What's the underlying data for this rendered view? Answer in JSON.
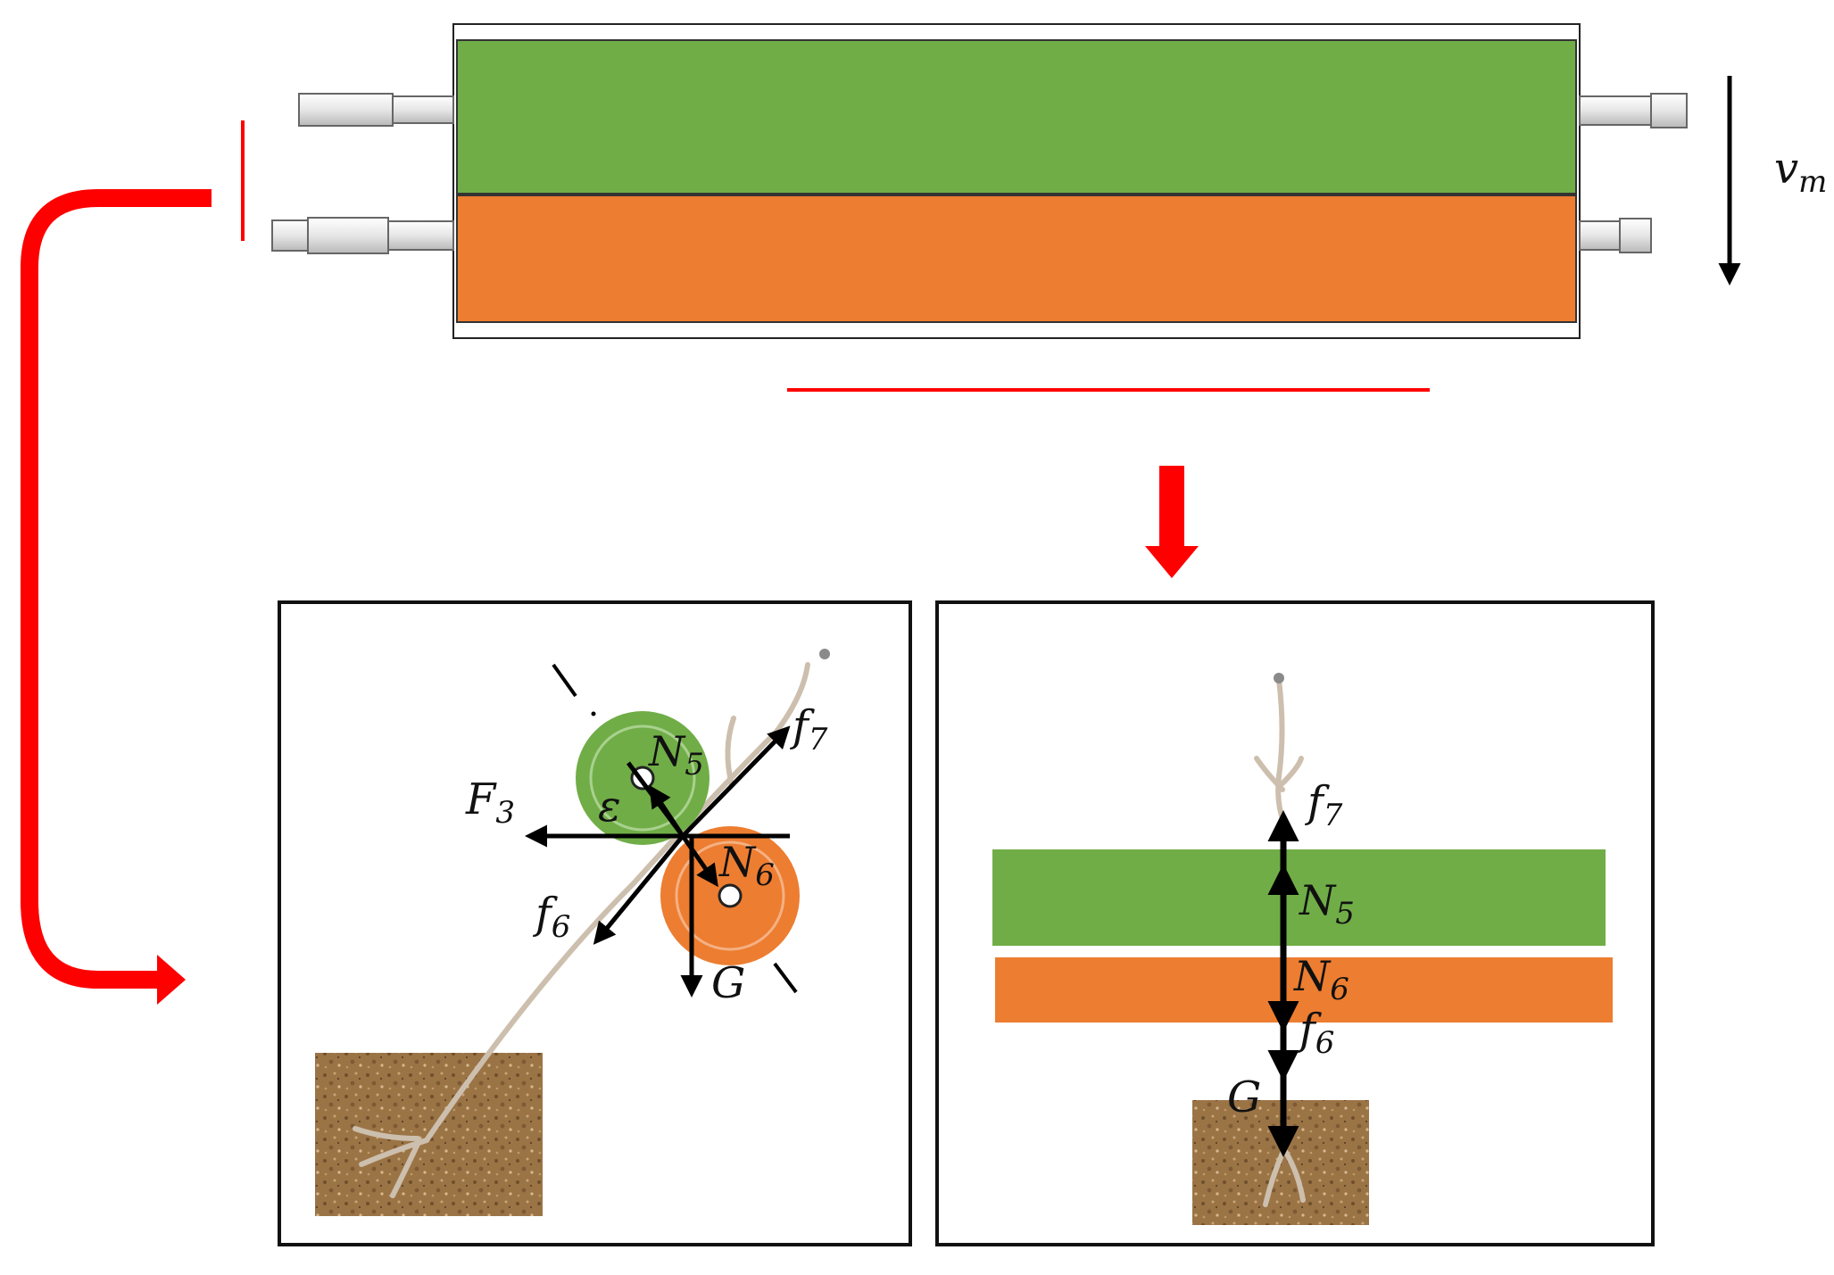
{
  "colors": {
    "upper_roller": "#70ad47",
    "lower_roller": "#ed7d31",
    "highlight": "#ff0000",
    "arrows": "#000000",
    "soil": "#9b7446",
    "stem": "#cdbfae"
  },
  "roller_assembly": {
    "velocity_label": {
      "main": "v",
      "sub": "m"
    }
  },
  "side_view": {
    "labels": {
      "N5": {
        "main": "N",
        "sub": "5"
      },
      "N6": {
        "main": "N",
        "sub": "6"
      },
      "f7": {
        "main": "f",
        "sub": "7"
      },
      "f6": {
        "main": "f",
        "sub": "6"
      },
      "F3": {
        "main": "F",
        "sub": "3"
      },
      "epsilon": "ε",
      "G": "G"
    }
  },
  "front_view": {
    "labels": {
      "f7": {
        "main": "f",
        "sub": "7"
      },
      "N5": {
        "main": "N",
        "sub": "5"
      },
      "N6": {
        "main": "N",
        "sub": "6"
      },
      "f6": {
        "main": "f",
        "sub": "6"
      },
      "G": "G"
    }
  }
}
